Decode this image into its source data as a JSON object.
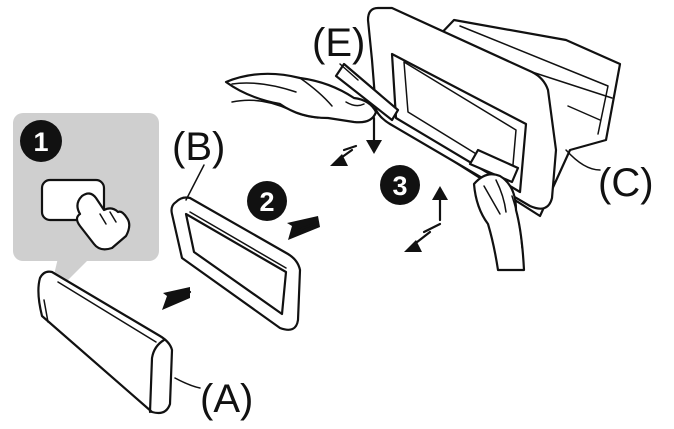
{
  "labels": {
    "a": "(A)",
    "b": "(B)",
    "c": "(C)",
    "e": "(E)"
  },
  "steps": {
    "one": "1",
    "two": "2",
    "three": "3"
  },
  "colors": {
    "ink": "#111111",
    "inset_panel": "#cfcfcf",
    "background": "#ffffff"
  },
  "icons": [
    "press-button-hand-icon",
    "hand-icon",
    "arrow-icon"
  ]
}
